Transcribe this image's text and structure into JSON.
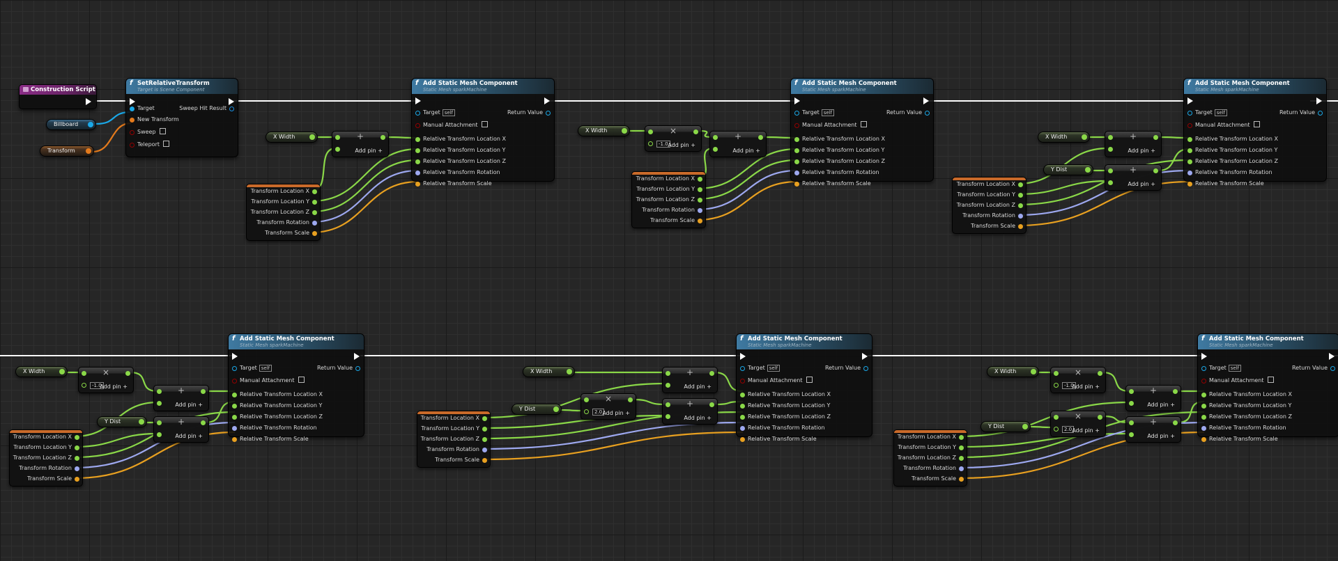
{
  "colors": {
    "exec": "#ffffff",
    "float": "#8ad848",
    "rotator": "#9da8ef",
    "transform": "#e8a020",
    "object": "#1aa8e8",
    "struct": "#e47a1c",
    "bool": "#930000"
  },
  "event": {
    "title": "Construction Script"
  },
  "set_transform": {
    "title": "SetRelativeTransform",
    "subtitle": "Target is Scene Component",
    "pins": {
      "target": "Target",
      "new_transform": "New Transform",
      "sweep": "Sweep",
      "teleport": "Teleport",
      "sweep_hit": "Sweep Hit Result"
    }
  },
  "vars": {
    "billboard": "Billboard",
    "transform": "Transform",
    "x_width": "X Width",
    "y_dist": "Y Dist"
  },
  "add_mesh": {
    "title": "Add Static Mesh Component",
    "subtitle": "Static Mesh sparkMachine",
    "target": "Target",
    "self": "self",
    "return_value": "Return Value",
    "manual_attachment": "Manual Attachment",
    "loc_x": "Relative Transform Location X",
    "loc_y": "Relative Transform Location Y",
    "loc_z": "Relative Transform Location Z",
    "rotation": "Relative Transform Rotation",
    "scale": "Relative Transform Scale"
  },
  "split": {
    "loc_x": "Transform Location X",
    "loc_y": "Transform Location Y",
    "loc_z": "Transform Location Z",
    "rotation": "Transform Rotation",
    "scale": "Transform Scale"
  },
  "math": {
    "add_pin": "Add pin",
    "neg_one": "-1.0",
    "two": "2.0"
  }
}
